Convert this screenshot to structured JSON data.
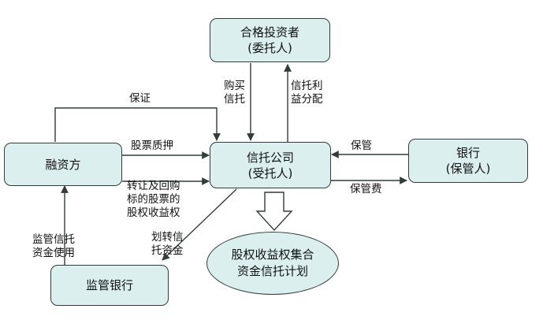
{
  "nodes": {
    "investor": {
      "line1": "合格投资者",
      "line2": "(委托人)"
    },
    "trust": {
      "line1": "信托公司",
      "line2": "(受托人)"
    },
    "financer": {
      "line1": "融资方"
    },
    "bank": {
      "line1": "银行",
      "line2": "(保管人)"
    },
    "supervisor": {
      "line1": "监管银行"
    },
    "plan": {
      "line1": "股权收益权集合",
      "line2": "资金信托计划"
    }
  },
  "edges": {
    "buy_trust": {
      "line1": "购买",
      "line2": "信托"
    },
    "trust_profit": {
      "line1": "信托利",
      "line2": "益分配"
    },
    "guarantee": {
      "text": "保证"
    },
    "stock_pledge": {
      "text": "股票质押"
    },
    "transfer_buyback": {
      "line1": "转让及回购",
      "line2": "标的股票的",
      "line3": "股权收益权"
    },
    "custody": {
      "text": "保管"
    },
    "custody_fee": {
      "text": "保管费"
    },
    "transfer_funds": {
      "line1": "划转信",
      "line2": "托资金"
    },
    "supervise_funds": {
      "line1": "监管信托",
      "line2": "资金使用"
    }
  },
  "colors": {
    "box_fill": "#dcefef",
    "stroke": "#2f3d3d"
  }
}
